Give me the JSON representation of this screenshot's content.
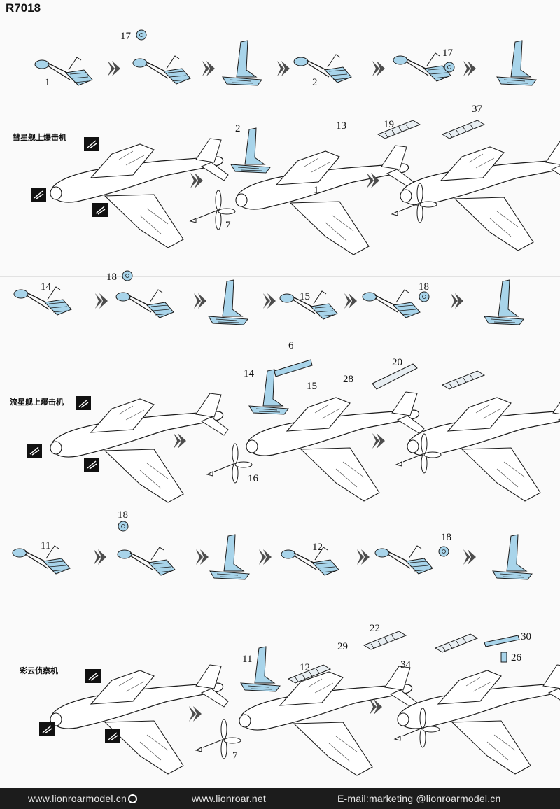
{
  "header": {
    "product_code": "R7018"
  },
  "aircraft": [
    {
      "name": "彗星舰上爆击机"
    },
    {
      "name": "流星舰上爆击机"
    },
    {
      "name": "彩云侦察机"
    }
  ],
  "part_numbers": {
    "row1": [
      "1",
      "17",
      "2",
      "17"
    ],
    "row2": [
      "2",
      "13",
      "1",
      "7",
      "19",
      "37"
    ],
    "row3": [
      "14",
      "18",
      "15",
      "18"
    ],
    "row4": [
      "6",
      "14",
      "15",
      "28",
      "16",
      "20"
    ],
    "row5": [
      "11",
      "18",
      "12",
      "18"
    ],
    "row6": [
      "11",
      "29",
      "12",
      "7",
      "22",
      "30",
      "26",
      "34"
    ]
  },
  "footer": {
    "website_cn": "www.lionroarmodel.cn",
    "website": "www.lionroar.net",
    "email": "E-mail:marketing @lionroarmodel.cn"
  },
  "colors": {
    "part_fill": "#a8d4ea",
    "ink": "#1a1a1a",
    "arrow": "#4d4d4d",
    "footer_bg": "#1c1c1c"
  }
}
